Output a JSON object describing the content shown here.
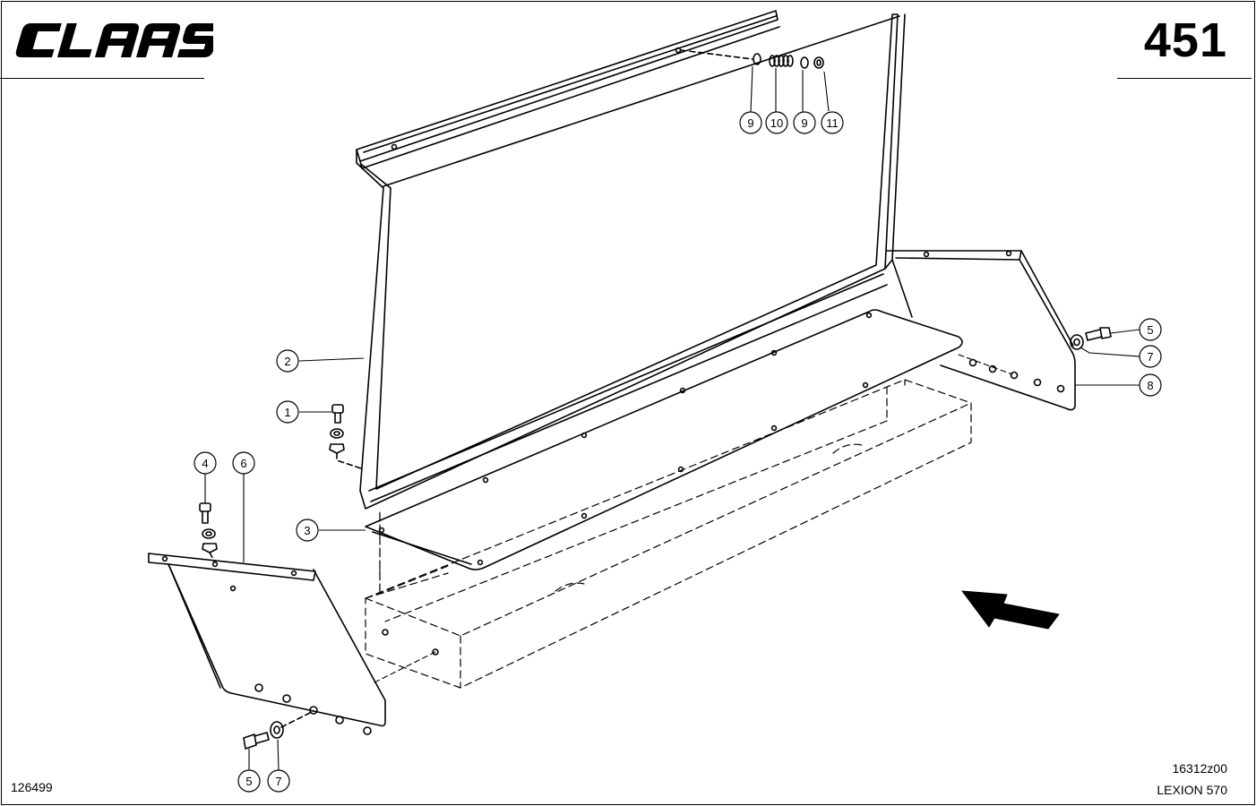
{
  "header": {
    "brand": "CLAAS",
    "page_number": "451"
  },
  "footer": {
    "reference": "126499",
    "drawing_code": "16312z00",
    "model": "LEXION 570"
  },
  "callouts": [
    "1",
    "2",
    "3",
    "4",
    "5",
    "6",
    "7",
    "8",
    "9",
    "10",
    "9",
    "11",
    "5",
    "7"
  ]
}
